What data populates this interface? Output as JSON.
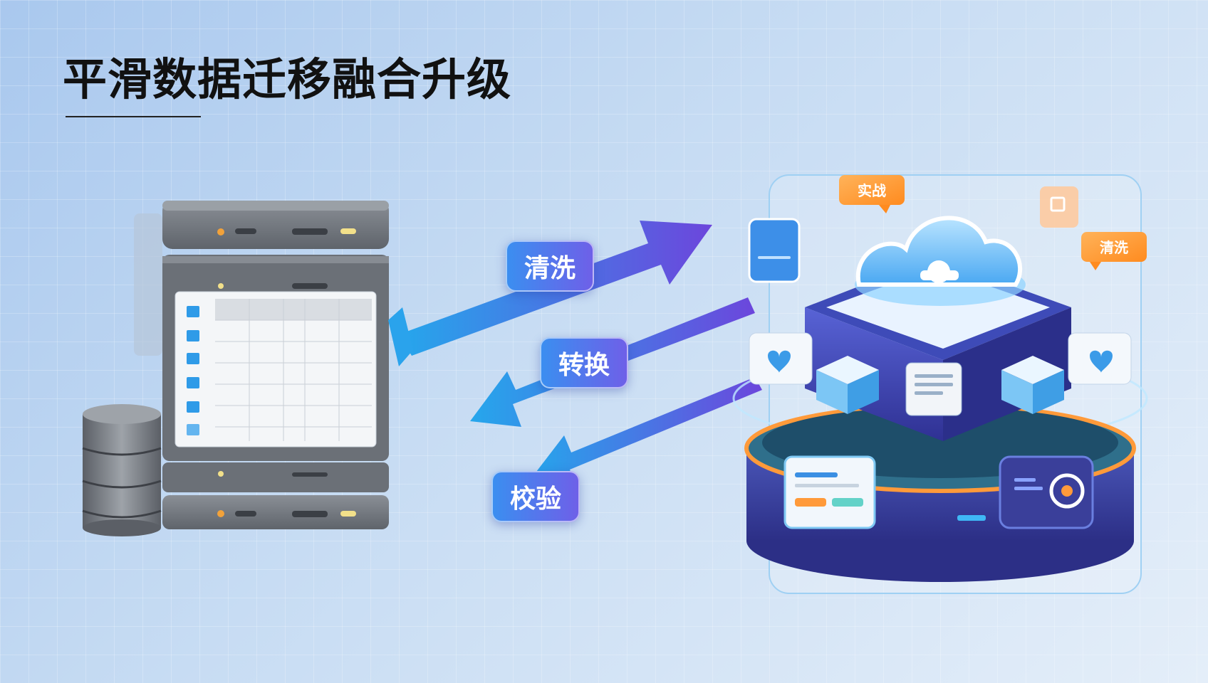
{
  "title": "平滑数据迁移融合升级",
  "steps": [
    {
      "label": "清洗"
    },
    {
      "label": "转换"
    },
    {
      "label": "校验"
    }
  ],
  "floating_tags": [
    {
      "label": "实战"
    },
    {
      "label": "清洗"
    }
  ],
  "icons": {
    "source": "server-rack-with-table-icon",
    "database": "database-cylinder-icon",
    "target": "cloud-platform-icon"
  },
  "colors": {
    "arrow_start": "#25a7ec",
    "arrow_end": "#6c46dc",
    "chip_start": "#3a8ff0",
    "chip_end": "#6f5fe8",
    "tag_orange": "#ff9a2e"
  }
}
